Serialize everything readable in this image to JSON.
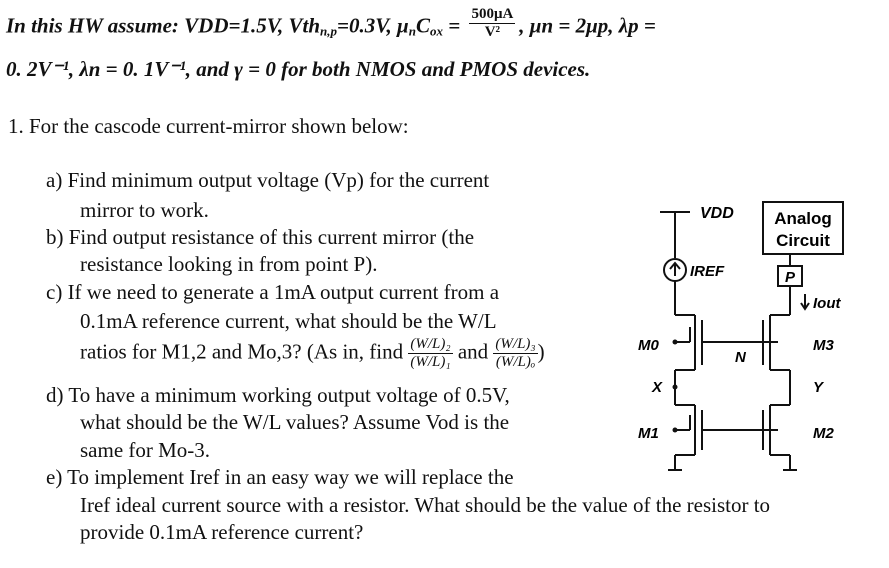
{
  "header": {
    "line1_prefix": "In this HW assume: VDD=1.5V, Vth",
    "line1_sub": "n,p",
    "line1_mid": "=0.3V, μ",
    "line1_sub2": "n",
    "line1_cox": "C",
    "line1_sub3": "ox",
    "line1_eq": " =",
    "frac_num": "500μA",
    "frac_den": "V²",
    "line1_tail": ", μn = 2μp, λp =",
    "line2": "0. 2V⁻¹, λn = 0. 1V⁻¹, and γ = 0 for both NMOS and PMOS devices."
  },
  "question_title": "1. For the cascode current-mirror shown below:",
  "items": {
    "a1": "a)  Find minimum output voltage (Vp) for the current",
    "a2": "mirror to work.",
    "b1": "b)  Find output resistance of this current mirror (the",
    "b2": "resistance looking in from point P).",
    "c1": "c)  If we need to generate a 1mA output current from a",
    "c2": "0.1mA reference current, what should be the W/L",
    "c3_pre": "ratios for M1,2 and Mo,3? (As in, find",
    "c3_f1_num": "(W/L)₂",
    "c3_f1_den": "(W/L)₁",
    "c3_and": "and",
    "c3_f2_num": "(W/L)₃",
    "c3_f2_den": "(W/L)ₒ",
    "c3_post": ")",
    "d1": "d)  To have a minimum working output voltage of 0.5V,",
    "d2": "what should be the W/L values? Assume Vod is the",
    "d3": "same for Mo-3.",
    "e1": "e)  To implement Iref in an easy way we will replace the",
    "e2": "Iref ideal current source with a resistor. What should be the value of the resistor to",
    "e3": "provide 0.1mA reference current?"
  },
  "circuit": {
    "vdd": "VDD",
    "iref": "IREF",
    "analog1": "Analog",
    "analog2": "Circuit",
    "p": "P",
    "iout": "Iout",
    "m0": "M0",
    "m1": "M1",
    "m2": "M2",
    "m3": "M3",
    "n": "N",
    "x": "X",
    "y": "Y"
  }
}
